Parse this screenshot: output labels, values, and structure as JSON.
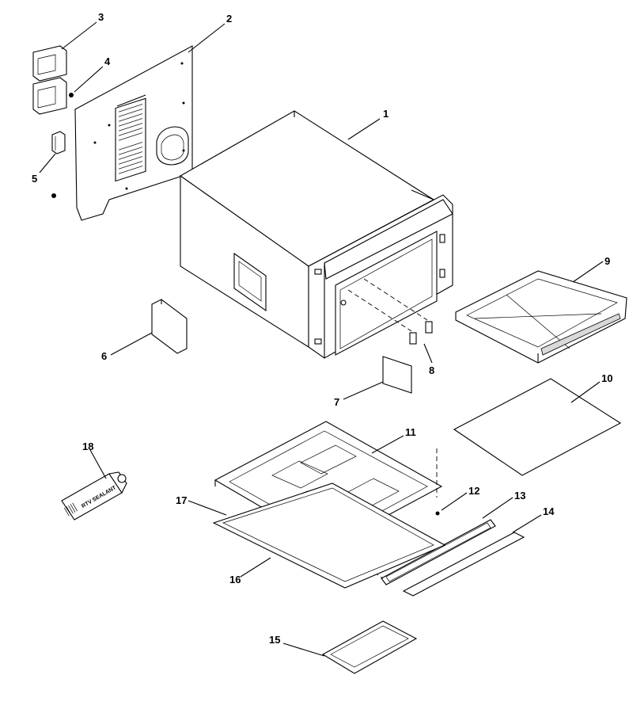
{
  "diagram": {
    "callouts": [
      "1",
      "2",
      "3",
      "4",
      "5",
      "6",
      "7",
      "8",
      "9",
      "10",
      "11",
      "12",
      "13",
      "14",
      "15",
      "16",
      "17",
      "18"
    ],
    "tube_text": "RTV SEALANT"
  },
  "colors": {
    "line": "#000000",
    "background": "#ffffff"
  }
}
